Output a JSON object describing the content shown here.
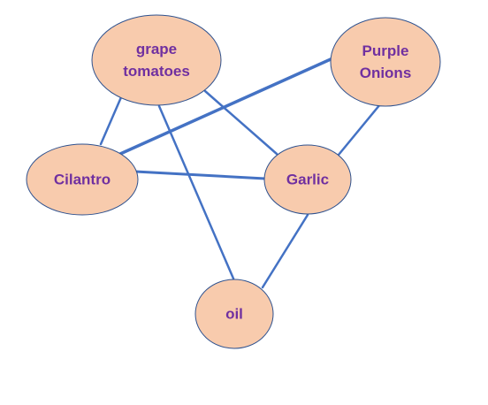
{
  "diagram": {
    "nodes": [
      {
        "id": "grape",
        "label_lines": [
          "grape",
          "tomatoes"
        ]
      },
      {
        "id": "onions",
        "label_lines": [
          "Purple",
          "Onions"
        ]
      },
      {
        "id": "cilantro",
        "label_lines": [
          "Cilantro"
        ]
      },
      {
        "id": "garlic",
        "label_lines": [
          "Garlic"
        ]
      },
      {
        "id": "oil",
        "label_lines": [
          "oil"
        ]
      }
    ],
    "edges": [
      {
        "from": "grape",
        "to": "cilantro"
      },
      {
        "from": "grape",
        "to": "garlic"
      },
      {
        "from": "grape",
        "to": "oil"
      },
      {
        "from": "onions",
        "to": "cilantro"
      },
      {
        "from": "onions",
        "to": "garlic"
      },
      {
        "from": "cilantro",
        "to": "garlic"
      },
      {
        "from": "garlic",
        "to": "oil"
      }
    ],
    "colors": {
      "node_fill": "#F8CBAD",
      "node_stroke": "#2F528F",
      "edge": "#4472C4",
      "label": "#7030A0"
    }
  }
}
